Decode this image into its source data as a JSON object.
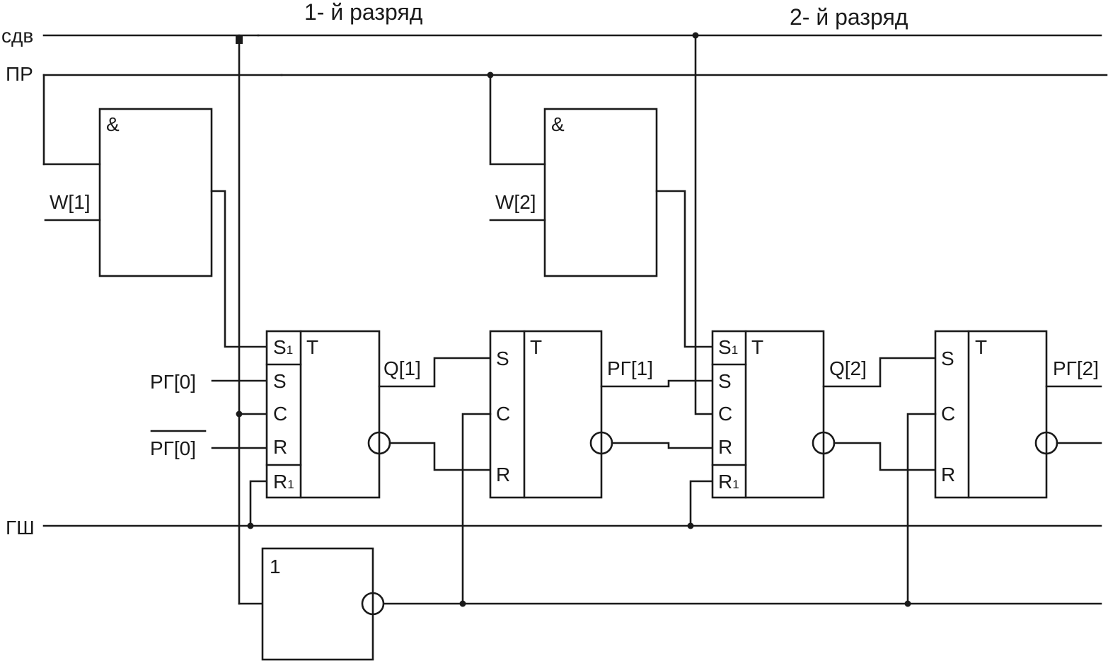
{
  "headers": {
    "digit1": "1- й разряд",
    "digit2": "2- й разряд"
  },
  "buses": {
    "shift": "сдв",
    "write": "ПР",
    "clock": "ГШ"
  },
  "inputs": {
    "w1": "W[1]",
    "w2": "W[2]",
    "rg0": "РГ[0]",
    "rg0_inv": "РГ[0]"
  },
  "gates": {
    "and_symbol": "&",
    "or_symbol": "1",
    "trigger_symbol": "T"
  },
  "pins": {
    "s": "S",
    "s1_base": "S",
    "r1_base": "R",
    "sub1": "1",
    "c": "C",
    "r": "R"
  },
  "outputs": {
    "q1": "Q[1]",
    "q2": "Q[2]",
    "rg1": "РГ[1]",
    "rg2": "РГ[2]"
  }
}
